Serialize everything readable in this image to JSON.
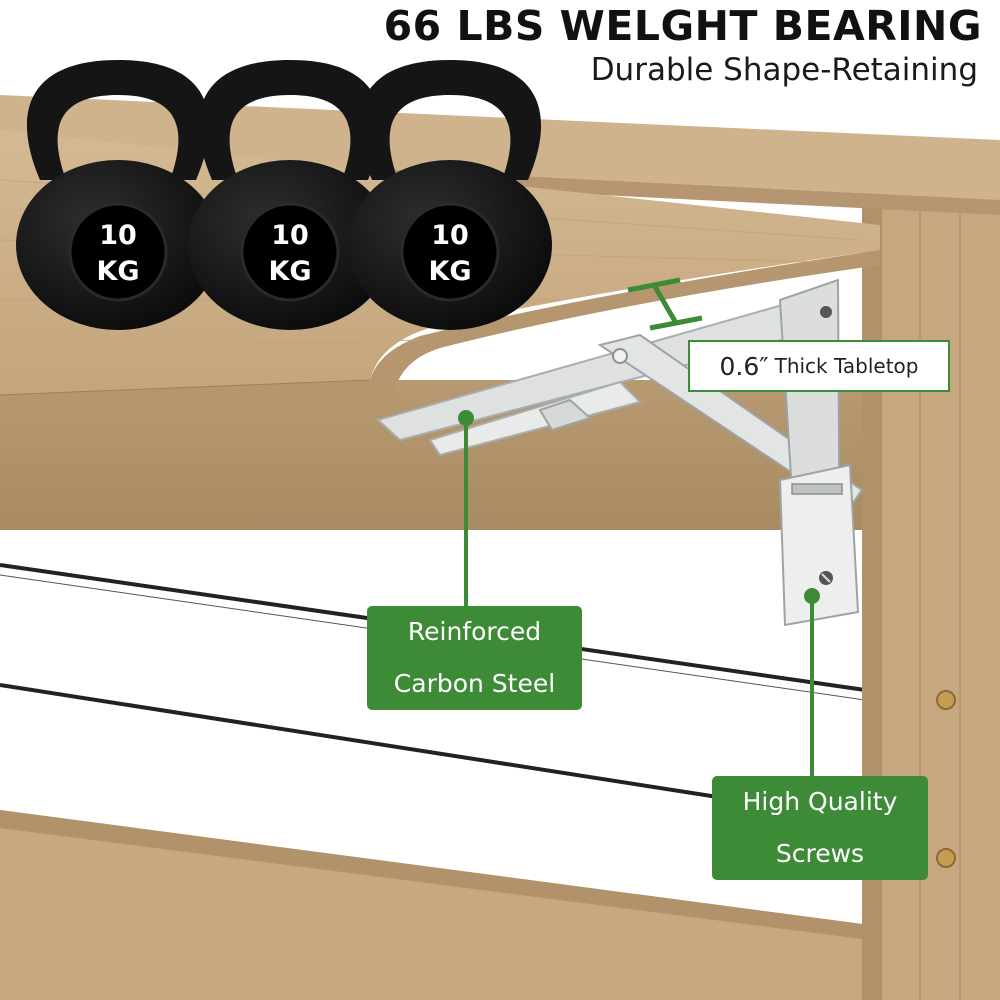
{
  "headline": "66 LBS WELGHT BEARING",
  "subheadline": "Durable Shape-Retaining",
  "kettlebells": [
    {
      "line1": "10",
      "line2": "KG"
    },
    {
      "line1": "10",
      "line2": "KG"
    },
    {
      "line1": "10",
      "line2": "KG"
    }
  ],
  "callouts": {
    "thickness_value": "0.6″",
    "thickness_text": "Thick Tabletop",
    "steel_line1": "Reinforced",
    "steel_line2": "Carbon Steel",
    "screws_line1": "High Quality",
    "screws_line2": "Screws"
  },
  "colors": {
    "accent_green": "#3d8b37",
    "wood": "#c9ad86",
    "bracket": "#dfe1e1",
    "kettlebell": "#141414"
  }
}
